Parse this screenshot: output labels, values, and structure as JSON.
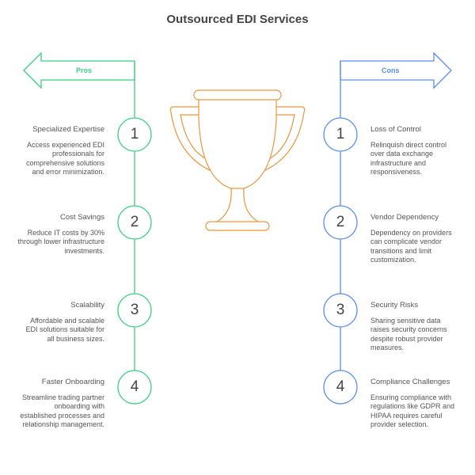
{
  "title": "Outsourced EDI Services",
  "colors": {
    "pros": "#3ecf83",
    "cons": "#5b8def",
    "trophy": "#e8963f"
  },
  "pros": {
    "label": "Pros",
    "items": [
      {
        "num": "1",
        "title": "Specialized Expertise",
        "desc": "Access experienced EDI professionals for comprehensive solutions and error minimization."
      },
      {
        "num": "2",
        "title": "Cost Savings",
        "desc": "Reduce IT costs by 30% through lower infrastructure investments."
      },
      {
        "num": "3",
        "title": "Scalability",
        "desc": "Affordable and scalable EDI solutions suitable for all business sizes."
      },
      {
        "num": "4",
        "title": "Faster Onboarding",
        "desc": "Streamline trading partner onboarding with established processes and relationship management."
      }
    ]
  },
  "cons": {
    "label": "Cons",
    "items": [
      {
        "num": "1",
        "title": "Loss of Control",
        "desc": "Relinquish direct control over data exchange infrastructure and responsiveness."
      },
      {
        "num": "2",
        "title": "Vendor Dependency",
        "desc": "Dependency on providers can complicate vendor transitions and limit customization."
      },
      {
        "num": "3",
        "title": "Security Risks",
        "desc": "Sharing sensitive data raises security concerns despite robust provider measures."
      },
      {
        "num": "4",
        "title": "Compliance Challenges",
        "desc": "Ensuring compliance with regulations like GDPR and HIPAA requires careful provider selection."
      }
    ]
  }
}
